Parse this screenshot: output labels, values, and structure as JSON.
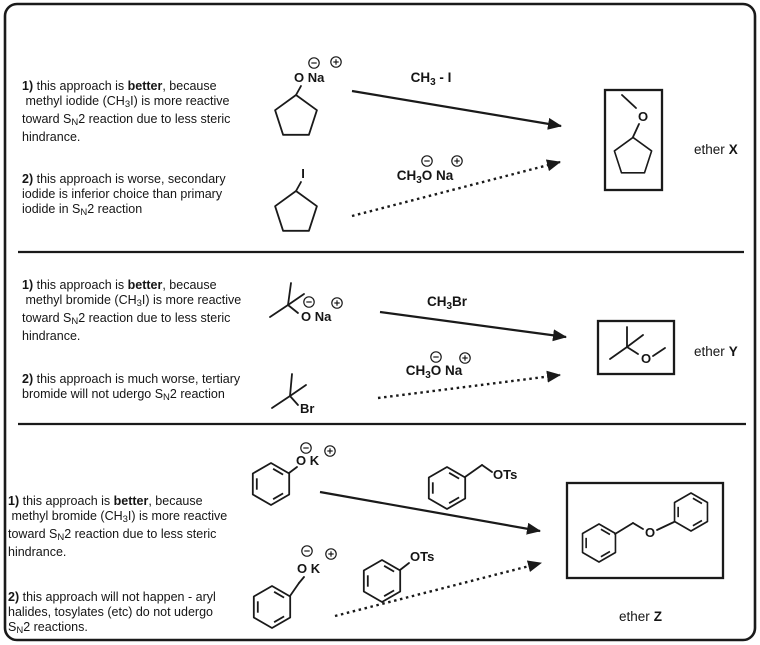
{
  "colors": {
    "ink": "#1a1a1a",
    "background": "#ffffff"
  },
  "p1": {
    "note1": [
      {
        "t": "1)",
        "b": 1
      },
      {
        "t": " this approach is "
      },
      {
        "t": "better",
        "b": 1
      },
      {
        "t": ", because\n methyl iodide (CH"
      },
      {
        "t": "3",
        "s": 1
      },
      {
        "t": "I) is more reactive\ntoward S"
      },
      {
        "t": "N",
        "s": 1
      },
      {
        "t": "2 reaction due to less steric\nhindrance."
      }
    ],
    "note2": [
      {
        "t": "2)",
        "b": 1
      },
      {
        "t": " this approach is worse, secondary\niodide is inferior choice than primary\niodide in S"
      },
      {
        "t": "N",
        "s": 1
      },
      {
        "t": "2 reaction"
      }
    ],
    "alkoxide_label": "O Na",
    "halide_label": "I",
    "reagent_good": {
      "a": "CH",
      "sub": "3",
      "b": " - I"
    },
    "reagent_bad": {
      "a": "CH",
      "sub": "3",
      "b": "O Na"
    },
    "product_o_label": "O",
    "ether_word": "ether",
    "ether_letter": "X"
  },
  "p2": {
    "note1": [
      {
        "t": "1)",
        "b": 1
      },
      {
        "t": " this approach is "
      },
      {
        "t": "better",
        "b": 1
      },
      {
        "t": ", because\n methyl bromide (CH"
      },
      {
        "t": "3",
        "s": 1
      },
      {
        "t": "I) is more reactive\ntoward S"
      },
      {
        "t": "N",
        "s": 1
      },
      {
        "t": "2 reaction due to less steric\nhindrance."
      }
    ],
    "note2": [
      {
        "t": "2)",
        "b": 1
      },
      {
        "t": " this approach is much worse, tertiary\nbromide will not udergo S"
      },
      {
        "t": "N",
        "s": 1
      },
      {
        "t": "2 reaction"
      }
    ],
    "alkoxide_label": "O Na",
    "halide_label": "Br",
    "reagent_good": {
      "a": "CH",
      "sub": "3",
      "b": "Br"
    },
    "reagent_bad": {
      "a": "CH",
      "sub": "3",
      "b": "O Na"
    },
    "product_o_label": "O",
    "ether_word": "ether",
    "ether_letter": "Y"
  },
  "p3": {
    "note1": [
      {
        "t": "1)",
        "b": 1
      },
      {
        "t": " this approach is "
      },
      {
        "t": "better",
        "b": 1
      },
      {
        "t": ", because\n methyl bromide (CH"
      },
      {
        "t": "3",
        "s": 1
      },
      {
        "t": "I) is more reactive\ntoward S"
      },
      {
        "t": "N",
        "s": 1
      },
      {
        "t": "2 reaction due to less steric\nhindrance."
      }
    ],
    "note2": [
      {
        "t": "2)",
        "b": 1
      },
      {
        "t": " this approach will not happen - aryl\nhalides, tosylates (etc) do not udergo\nS"
      },
      {
        "t": "N",
        "s": 1
      },
      {
        "t": "2 reactions."
      }
    ],
    "phenoxide_label": "O K",
    "benzyl_alkoxide_label": "O K",
    "ots_top_label": "OTs",
    "ots_bottom_label": "OTs",
    "product_o_label": "O",
    "ether_word": "ether",
    "ether_letter": "Z"
  }
}
